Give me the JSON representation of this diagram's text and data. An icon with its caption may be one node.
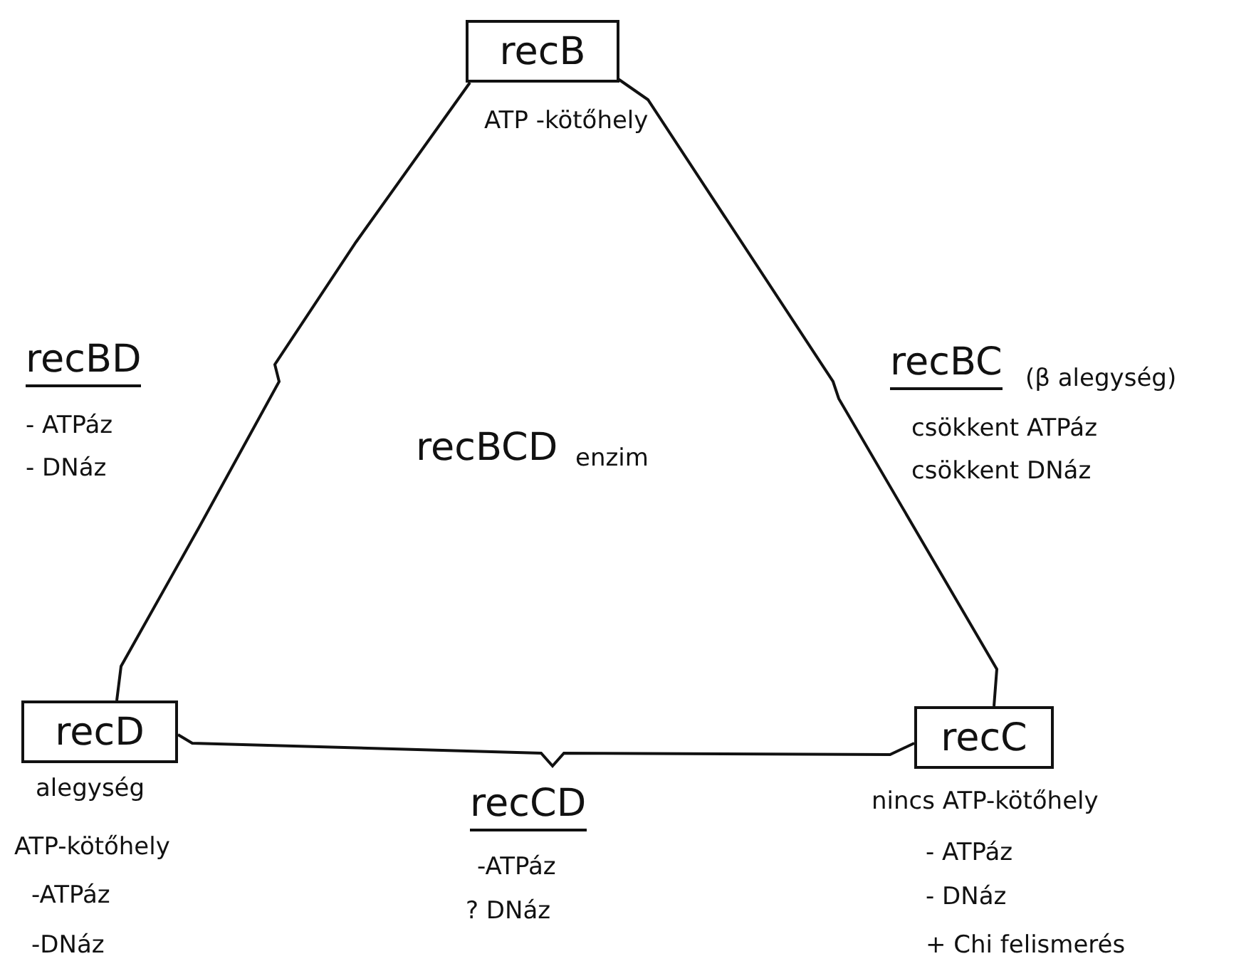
{
  "diagram": {
    "nodes": [
      {
        "text": [
          "recB"
        ],
        "beside": [
          "ATP -kötőhely"
        ]
      },
      {
        "text": [
          "recD"
        ],
        "beside": [
          "alegység",
          "ATP-kötőhely",
          "-ATPáz",
          "-DNáz"
        ]
      },
      {
        "text": [
          "recC"
        ],
        "beside": [
          "nincs ATP-kötőhely",
          "- ATPáz",
          "- DNáz",
          "+ Chi felismerés"
        ]
      }
    ],
    "edges": [
      {
        "from": 0,
        "to": 1,
        "arrow": "none"
      },
      {
        "from": 0,
        "to": 2,
        "arrow": "none"
      },
      {
        "from": 1,
        "to": 2,
        "arrow": "none"
      }
    ],
    "labels": [
      "recBD",
      "- ATPáz",
      "- DNáz",
      "recBC",
      "(β alegység)",
      "csökkent ATPáz",
      "csökkent DNáz",
      "recBCD",
      "enzim",
      "recCD",
      "-ATPáz",
      "? DNáz"
    ]
  }
}
